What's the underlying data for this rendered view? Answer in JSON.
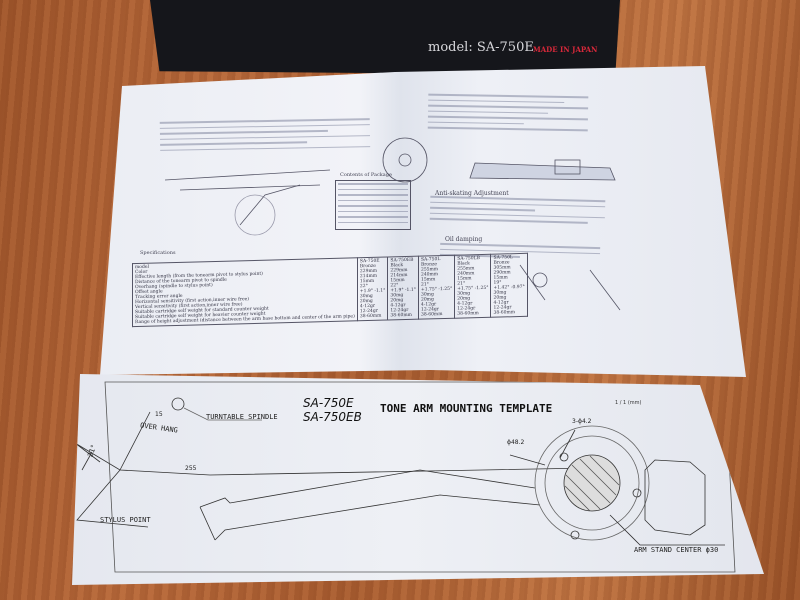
{
  "box": {
    "model": "model: SA-750E",
    "made_in": "MADE IN JAPAN"
  },
  "manual": {
    "sections": {
      "contents": "Contents of Package",
      "specifications": "Specifications",
      "anti_skating": "Anti-skating Adjustment",
      "oil_damping": "Oil damping"
    },
    "spec_table": {
      "row_labels": [
        "model",
        "Color",
        "Effective length (from the tonearm pivot to stylus point)",
        "Distance of the tonearm pivot to spindle",
        "Overhang (spindle to stylus point)",
        "Offset angle",
        "Tracking error angle",
        "Horizontal sensitivity (first action,inner wire free)",
        "Vertical sensitivity (first action,inner wire free)",
        "Suitable cartridge self weight for standard counter weight",
        "Suitable cartridge self weight for heavier counter weight",
        "Range of height adjustment (distance between the arm base bottom and center of the arm pipe)"
      ],
      "columns": [
        {
          "model": "SA-750E",
          "values": [
            "Bronze",
            "229mm",
            "214mm",
            "15mm",
            "22°",
            "+1.9° -1.1°",
            "30mg",
            "20mg",
            "4-12gr",
            "12-24gr",
            "38-60mm"
          ]
        },
        {
          "model": "SA-750EB",
          "values": [
            "Black",
            "229mm",
            "214mm",
            "15mm",
            "22°",
            "+1.9° -1.1°",
            "30mg",
            "20mg",
            "4-12gr",
            "12-24gr",
            "38-60mm"
          ]
        },
        {
          "model": "SA-750L",
          "values": [
            "Bronze",
            "255mm",
            "240mm",
            "15mm",
            "21°",
            "+1.75° -1.25°",
            "30mg",
            "20mg",
            "4-12gr",
            "12-24gr",
            "38-60mm"
          ]
        },
        {
          "model": "SA-750LB",
          "values": [
            "Black",
            "255mm",
            "240mm",
            "15mm",
            "21°",
            "+1.75° -1.25°",
            "30mg",
            "20mg",
            "4-12gr",
            "12-24gr",
            "38-60mm"
          ]
        },
        {
          "model": "SA-750L",
          "values": [
            "Bronze",
            "305mm",
            "290mm",
            "15mm",
            "19°",
            "+1.42° -0.97°",
            "30mg",
            "20mg",
            "4-12gr",
            "12-24gr",
            "38-60mm"
          ]
        }
      ]
    }
  },
  "template": {
    "model_1": "SA-750E",
    "model_2": "SA-750EB",
    "title": "TONE ARM MOUNTING TEMPLATE",
    "scale": "1 / 1 (mm)",
    "turntable_spindle": "TURNTABLE SPINDLE",
    "overhang_value": "15",
    "overhang": "OVER HANG",
    "offset_angle": "21°",
    "length": "255",
    "stylus_point": "STYLUS POINT",
    "hole_spec": "3-ϕ4.2",
    "circle_spec": "ϕ48.2",
    "arm_stand_center": "ARM STAND CENTER ϕ30"
  }
}
